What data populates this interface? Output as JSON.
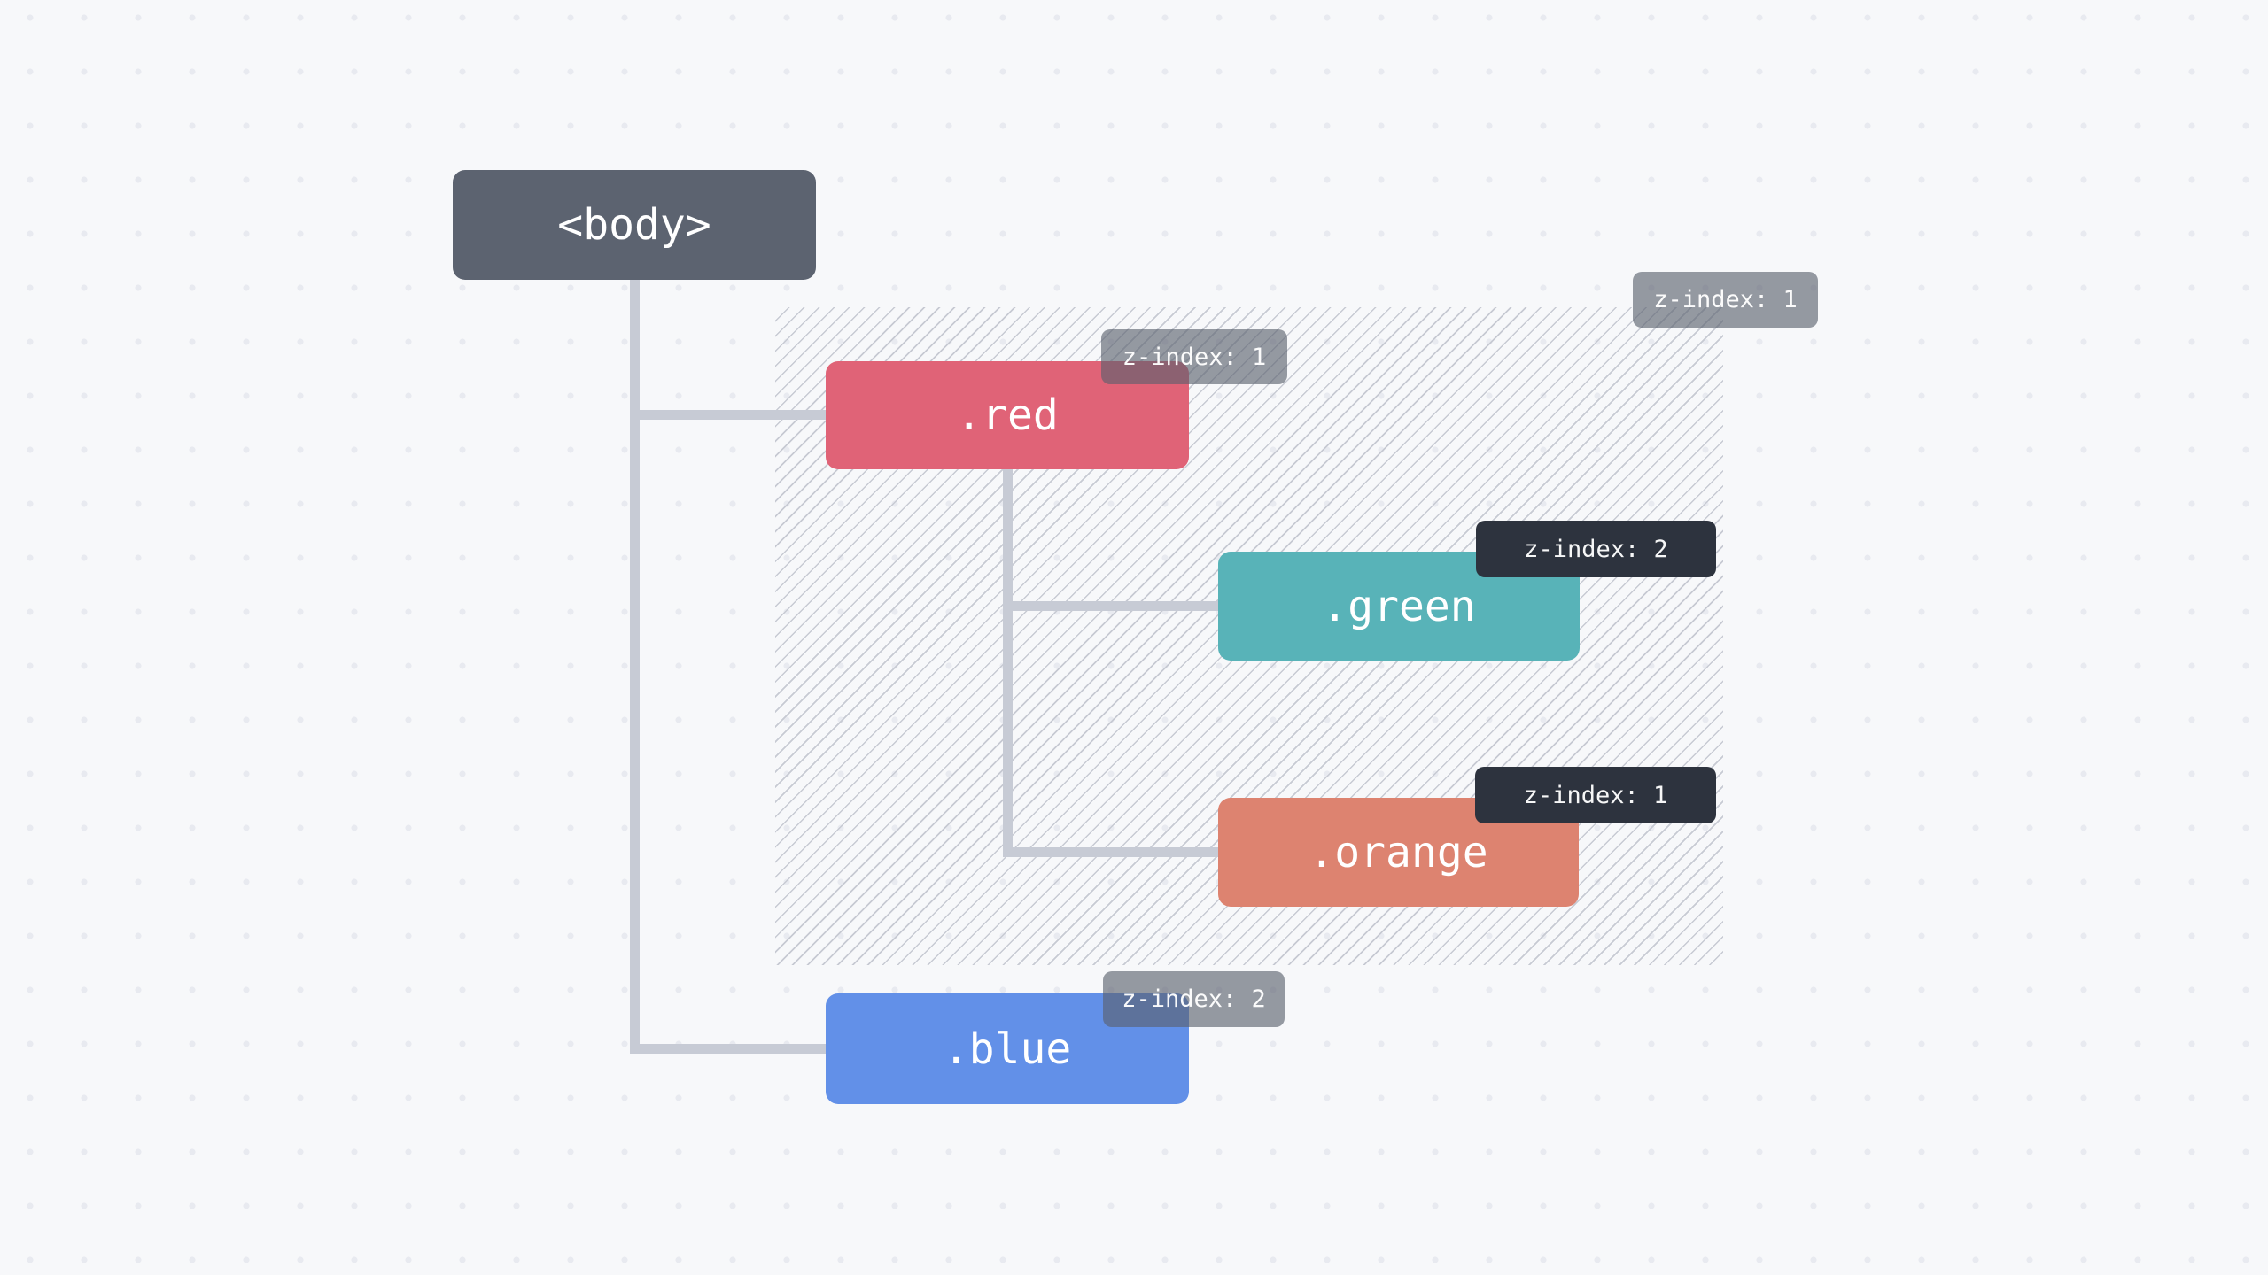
{
  "theme": {
    "page_bg": "#f7f8fa",
    "dot": "#e8eaf0",
    "hatch_line": "#c7cad3",
    "connector": "#c7cbd5",
    "node_body": "#5c6370",
    "node_red": "#e06377",
    "node_green": "#58b3b8",
    "node_orange": "#dd8370",
    "node_blue": "#6290e8",
    "badge_gray": "rgba(90,97,110,0.63)",
    "badge_dark": "#2d333e"
  },
  "nodes": {
    "body": {
      "label": "<body>"
    },
    "red": {
      "label": ".red"
    },
    "green": {
      "label": ".green"
    },
    "orange": {
      "label": ".orange"
    },
    "blue": {
      "label": ".blue"
    }
  },
  "badges": {
    "context": {
      "text": "z-index: 1",
      "style": "gray-translucent"
    },
    "red": {
      "text": "z-index: 1",
      "style": "gray-translucent"
    },
    "green": {
      "text": "z-index: 2",
      "style": "dark-solid"
    },
    "orange": {
      "text": "z-index: 1",
      "style": "dark-solid"
    },
    "blue": {
      "text": "z-index: 2",
      "style": "gray-translucent"
    }
  },
  "structure": {
    "description": "DOM tree with z-index values; hatched region is the stacking context created by .red",
    "tree": {
      "node": "<body>",
      "children": [
        {
          "node": ".red",
          "z_index": 1,
          "creates_stacking_context": true,
          "children": [
            {
              "node": ".green",
              "z_index": 2
            },
            {
              "node": ".orange",
              "z_index": 1
            }
          ]
        },
        {
          "node": ".blue",
          "z_index": 2
        }
      ]
    }
  }
}
